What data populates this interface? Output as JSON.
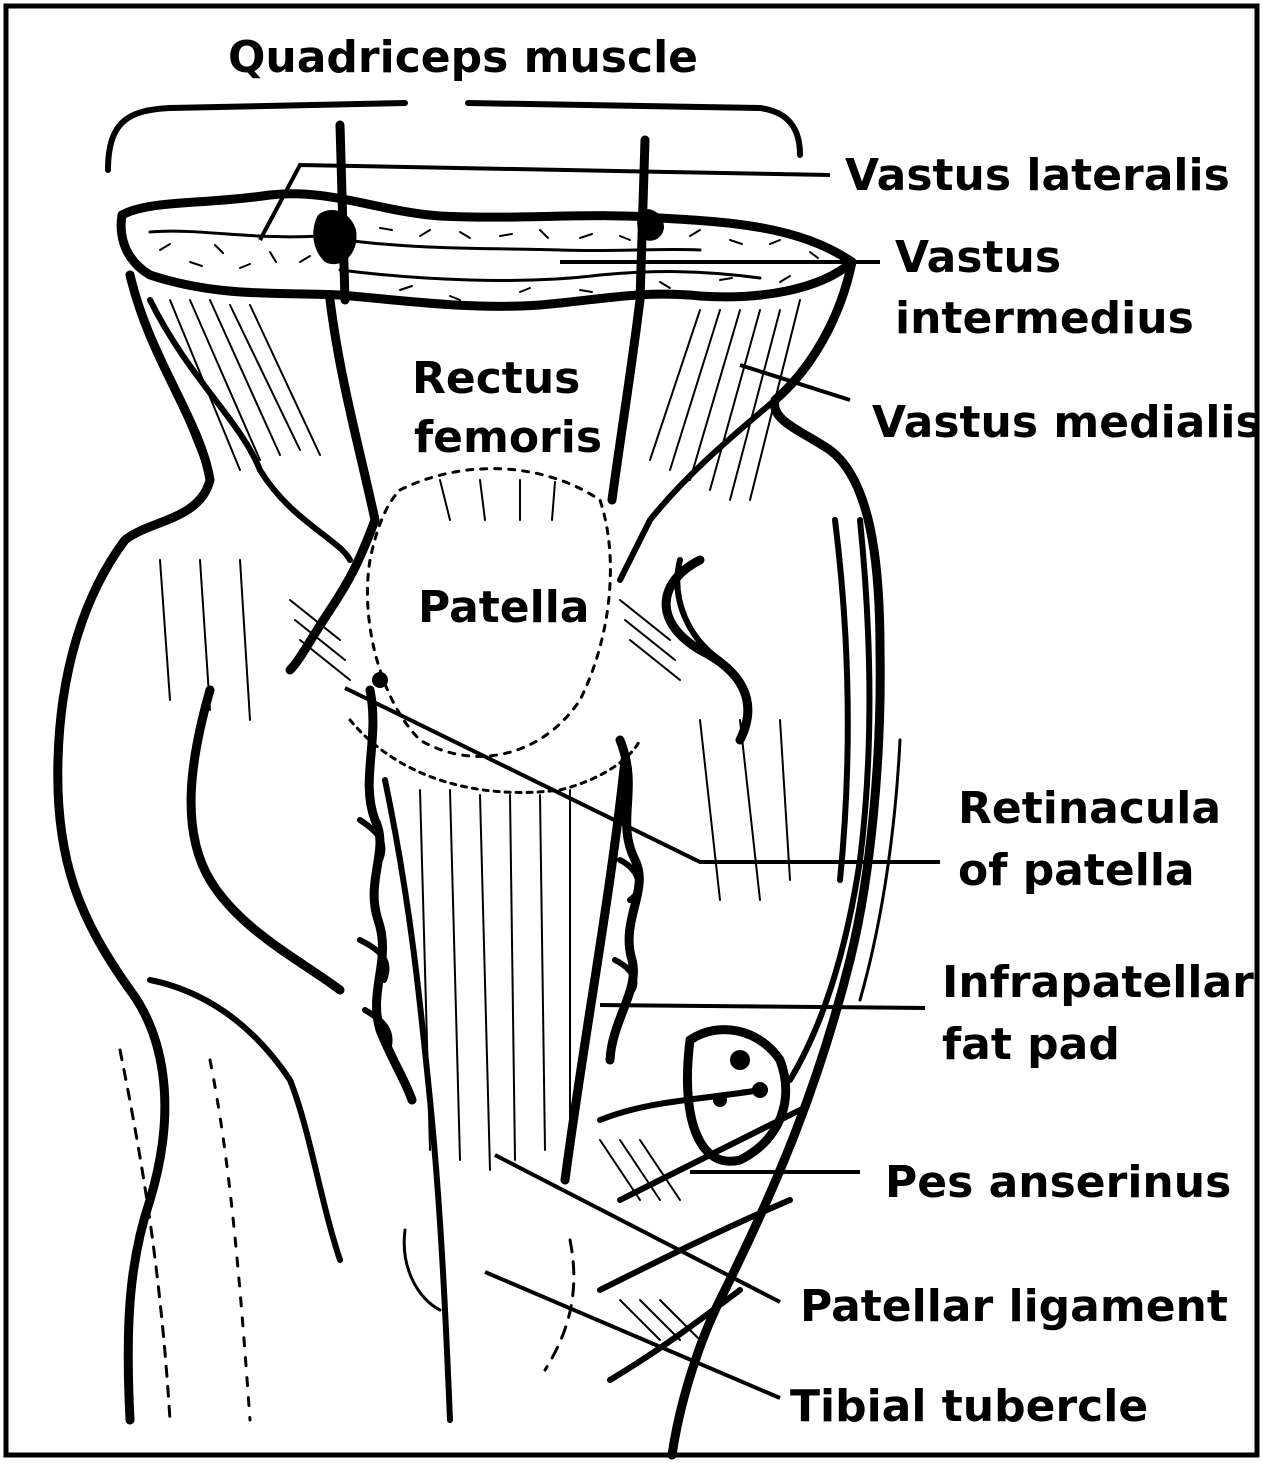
{
  "labels": {
    "quadriceps_muscle": "Quadriceps muscle",
    "vastus_lateralis": "Vastus lateralis",
    "vastus_intermedius_1": "Vastus",
    "vastus_intermedius_2": "intermedius",
    "rectus_femoris_1": "Rectus",
    "rectus_femoris_2": "femoris",
    "vastus_medialis": "Vastus medialis",
    "patella": "Patella",
    "retinacula_1": "Retinacula",
    "retinacula_2": "of patella",
    "infrapatellar_1": "Infrapatellar",
    "infrapatellar_2": "fat pad",
    "pes_anserinus": "Pes anserinus",
    "patellar_ligament": "Patellar ligament",
    "tibial_tubercle": "Tibial tubercle"
  }
}
